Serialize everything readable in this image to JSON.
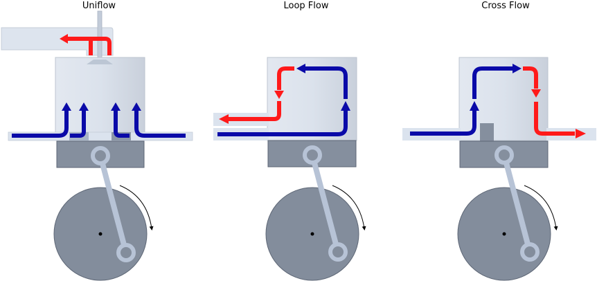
{
  "diagrams": [
    {
      "title": "Uniflow",
      "intake_flow_color": "#0a0aa8",
      "exhaust_flow_color": "#ff1a1a",
      "rotation": "clockwise"
    },
    {
      "title": "Loop Flow",
      "intake_flow_color": "#0a0aa8",
      "exhaust_flow_color": "#ff1a1a",
      "rotation": "clockwise"
    },
    {
      "title": "Cross Flow",
      "intake_flow_color": "#0a0aa8",
      "exhaust_flow_color": "#ff1a1a",
      "rotation": "clockwise"
    }
  ],
  "colors": {
    "cylinder": "#dde4ee",
    "cylinder_edge": "#b9c2cf",
    "port": "#dbe3ee",
    "piston": "#858f9e",
    "piston_edge": "#5d6675",
    "crank": "#838d9c",
    "rod": "#b7c3d6",
    "intake": "#0a0aa8",
    "exhaust": "#ff1a1a"
  }
}
